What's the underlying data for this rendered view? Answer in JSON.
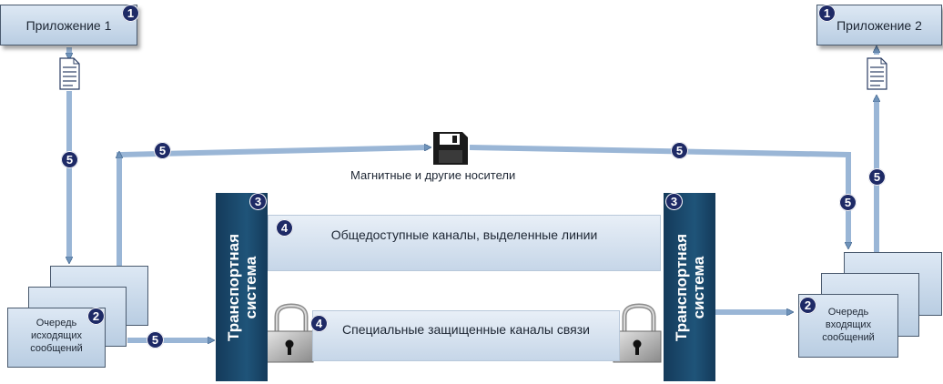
{
  "diagram": {
    "app1_label": "Приложение 1",
    "app2_label": "Приложение 2",
    "outgoing_queue_lines": [
      "Очередь",
      "исходящих",
      "сообщений"
    ],
    "incoming_queue_lines": [
      "Очередь",
      "входящих",
      "сообщений"
    ],
    "transport_lines": [
      "Транспортная",
      "система"
    ],
    "public_channel_label": "Общедоступные каналы, выделенные линии",
    "secure_channel_label": "Специальные защищенные каналы связи",
    "media_label": "Магнитные и другие носители",
    "badges": {
      "one": "1",
      "two": "2",
      "three": "3",
      "four": "4",
      "five": "5"
    },
    "colors": {
      "arrow": "#7b9fc4",
      "badge": "#1e2a66",
      "transport": "#1f5479"
    },
    "icons": [
      "document-icon",
      "floppy-disk-icon",
      "padlock-icon"
    ]
  }
}
